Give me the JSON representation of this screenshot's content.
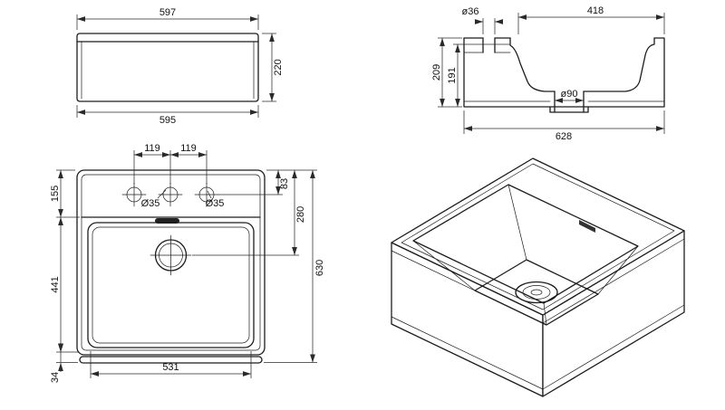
{
  "sheet": {
    "background": "#ffffff",
    "line_color": "#1c1c1c",
    "dim_color": "#2a2a2a"
  },
  "front_view": {
    "top_width": "597",
    "height": "220",
    "bottom_width": "595"
  },
  "section_view": {
    "tap_hole_diameter": "ø36",
    "rim_width": "418",
    "outer_height": "209",
    "inner_depth": "191",
    "drain_diameter": "ø90",
    "overall_width": "628"
  },
  "plan_view": {
    "hole_spacing_left": "119",
    "hole_spacing_right": "119",
    "ledge_depth": "155",
    "hole_diameter_left": "Ø35",
    "hole_diameter_right": "Ø35",
    "hole_offset": "83",
    "drain_offset": "280",
    "basin_length": "441",
    "overall_depth": "630",
    "basin_width": "531",
    "front_lip": "34"
  }
}
